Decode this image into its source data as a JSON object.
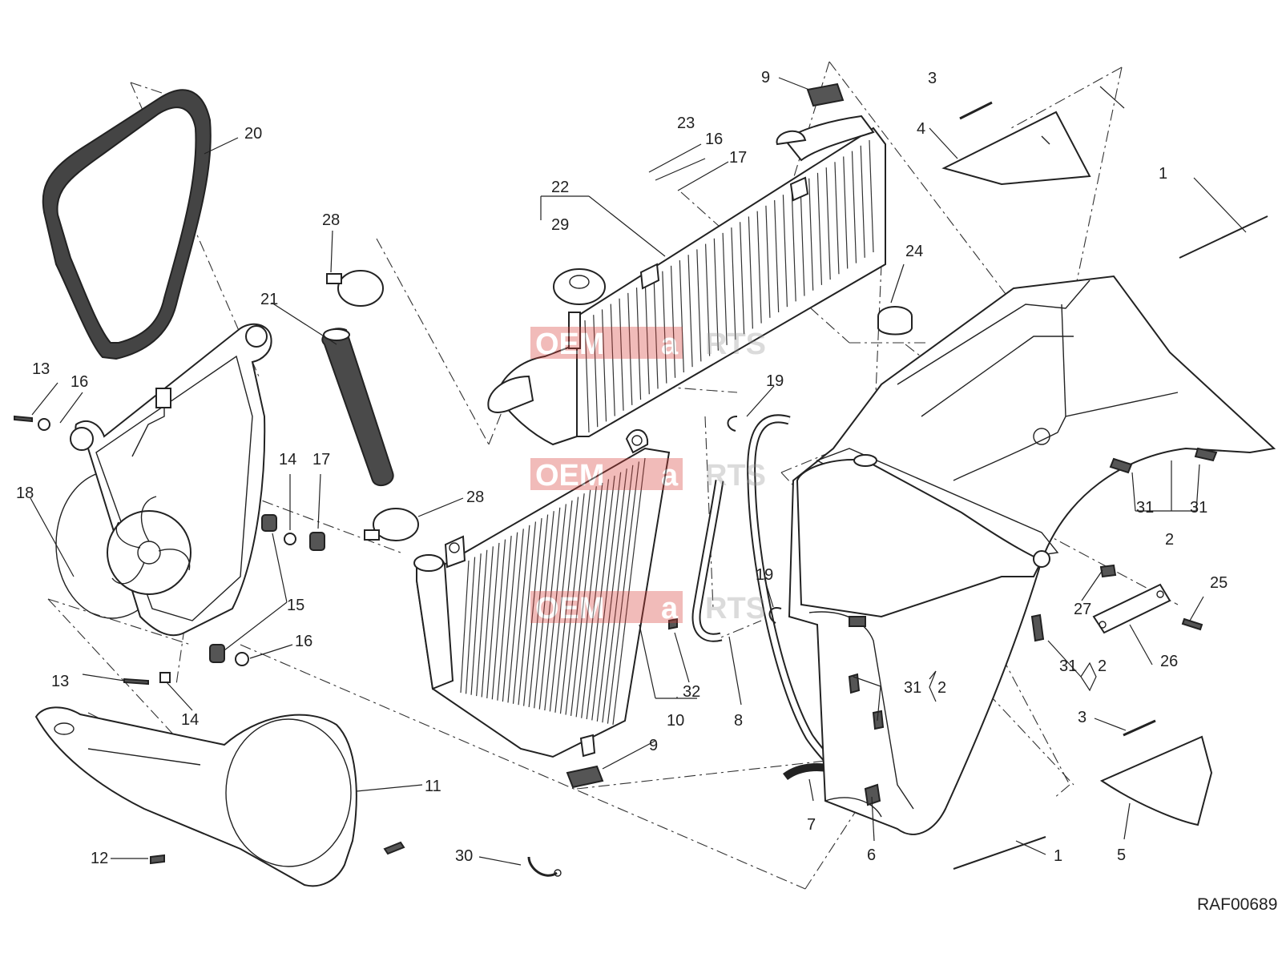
{
  "diagram": {
    "drawing_code": "RAF00689",
    "watermark": {
      "left": "OEM",
      "right": "RTS",
      "mark": "a"
    },
    "callouts": [
      {
        "id": "c1a",
        "text": "1"
      },
      {
        "id": "c1b",
        "text": "1"
      },
      {
        "id": "c2a",
        "text": "2"
      },
      {
        "id": "c2b",
        "text": "2"
      },
      {
        "id": "c2c",
        "text": "2"
      },
      {
        "id": "c3a",
        "text": "3"
      },
      {
        "id": "c3b",
        "text": "3"
      },
      {
        "id": "c4",
        "text": "4"
      },
      {
        "id": "c5",
        "text": "5"
      },
      {
        "id": "c6",
        "text": "6"
      },
      {
        "id": "c7",
        "text": "7"
      },
      {
        "id": "c8",
        "text": "8"
      },
      {
        "id": "c9a",
        "text": "9"
      },
      {
        "id": "c9b",
        "text": "9"
      },
      {
        "id": "c10",
        "text": "10"
      },
      {
        "id": "c11",
        "text": "11"
      },
      {
        "id": "c12",
        "text": "12"
      },
      {
        "id": "c13a",
        "text": "13"
      },
      {
        "id": "c13b",
        "text": "13"
      },
      {
        "id": "c14a",
        "text": "14"
      },
      {
        "id": "c14b",
        "text": "14"
      },
      {
        "id": "c15",
        "text": "15"
      },
      {
        "id": "c16a",
        "text": "16"
      },
      {
        "id": "c16b",
        "text": "16"
      },
      {
        "id": "c16c",
        "text": "16"
      },
      {
        "id": "c17a",
        "text": "17"
      },
      {
        "id": "c17b",
        "text": "17"
      },
      {
        "id": "c18",
        "text": "18"
      },
      {
        "id": "c19a",
        "text": "19"
      },
      {
        "id": "c19b",
        "text": "19"
      },
      {
        "id": "c20",
        "text": "20"
      },
      {
        "id": "c21",
        "text": "21"
      },
      {
        "id": "c22",
        "text": "22"
      },
      {
        "id": "c23",
        "text": "23"
      },
      {
        "id": "c24",
        "text": "24"
      },
      {
        "id": "c25",
        "text": "25"
      },
      {
        "id": "c26",
        "text": "26"
      },
      {
        "id": "c27",
        "text": "27"
      },
      {
        "id": "c28a",
        "text": "28"
      },
      {
        "id": "c28b",
        "text": "28"
      },
      {
        "id": "c29",
        "text": "29"
      },
      {
        "id": "c30",
        "text": "30"
      },
      {
        "id": "c31a",
        "text": "31"
      },
      {
        "id": "c31b",
        "text": "31"
      },
      {
        "id": "c31c",
        "text": "31"
      },
      {
        "id": "c31d",
        "text": "31"
      },
      {
        "id": "c32",
        "text": "32"
      }
    ]
  }
}
